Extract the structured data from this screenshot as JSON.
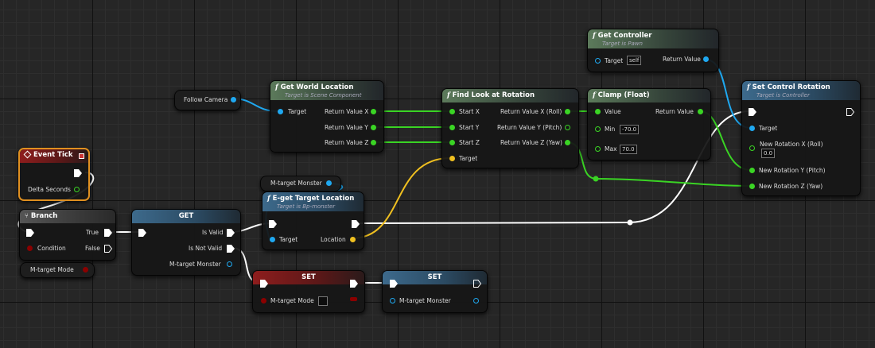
{
  "colors": {
    "exec": "#ffffff",
    "float": "#3ad424",
    "object": "#1fa8f0",
    "vector": "#f0c020",
    "bool": "#8b0000",
    "rotator": "#9fbbe0"
  },
  "event_tick": {
    "title": "Event Tick",
    "delta": "Delta Seconds"
  },
  "branch": {
    "title": "Branch",
    "true": "True",
    "false": "False",
    "condition": "Condition"
  },
  "var_mtarget_mode": "M-target Mode",
  "var_mtarget_monster": "M-target Monster",
  "get_node": {
    "title": "GET",
    "is_valid": "Is Valid",
    "is_not_valid": "Is Not Valid",
    "input": "M-target Monster"
  },
  "follow_camera": "Follow Camera",
  "get_world_location": {
    "title": "Get World Location",
    "subtitle": "Target is Scene Component",
    "target": "Target",
    "rx": "Return Value X",
    "ry": "Return Value Y",
    "rz": "Return Value Z"
  },
  "eget_target": {
    "title": "E-get Target Location",
    "subtitle": "Target is Bp-monster",
    "target": "Target",
    "location": "Location"
  },
  "find_look": {
    "title": "Find Look at Rotation",
    "sx": "Start X",
    "sy": "Start Y",
    "sz": "Start Z",
    "target": "Target",
    "roll": "Return Value X (Roll)",
    "pitch": "Return Value Y (Pitch)",
    "yaw": "Return Value Z (Yaw)"
  },
  "clamp": {
    "title": "Clamp (Float)",
    "value": "Value",
    "min": "Min",
    "max": "Max",
    "min_val": "-70.0",
    "max_val": "70.0",
    "ret": "Return Value"
  },
  "get_controller": {
    "title": "Get Controller",
    "subtitle": "Target is Pawn",
    "target": "Target",
    "target_val": "self",
    "ret": "Return Value"
  },
  "set_control_rotation": {
    "title": "Set Control Rotation",
    "subtitle": "Target is Controller",
    "target": "Target",
    "nx": "New Rotation X (Roll)",
    "nx_val": "0.0",
    "ny": "New Rotation Y (Pitch)",
    "nz": "New Rotation Z (Yaw)"
  },
  "set_mode": {
    "title": "SET",
    "label": "M-target Mode"
  },
  "set_monster": {
    "title": "SET",
    "label": "M-target Monster"
  }
}
